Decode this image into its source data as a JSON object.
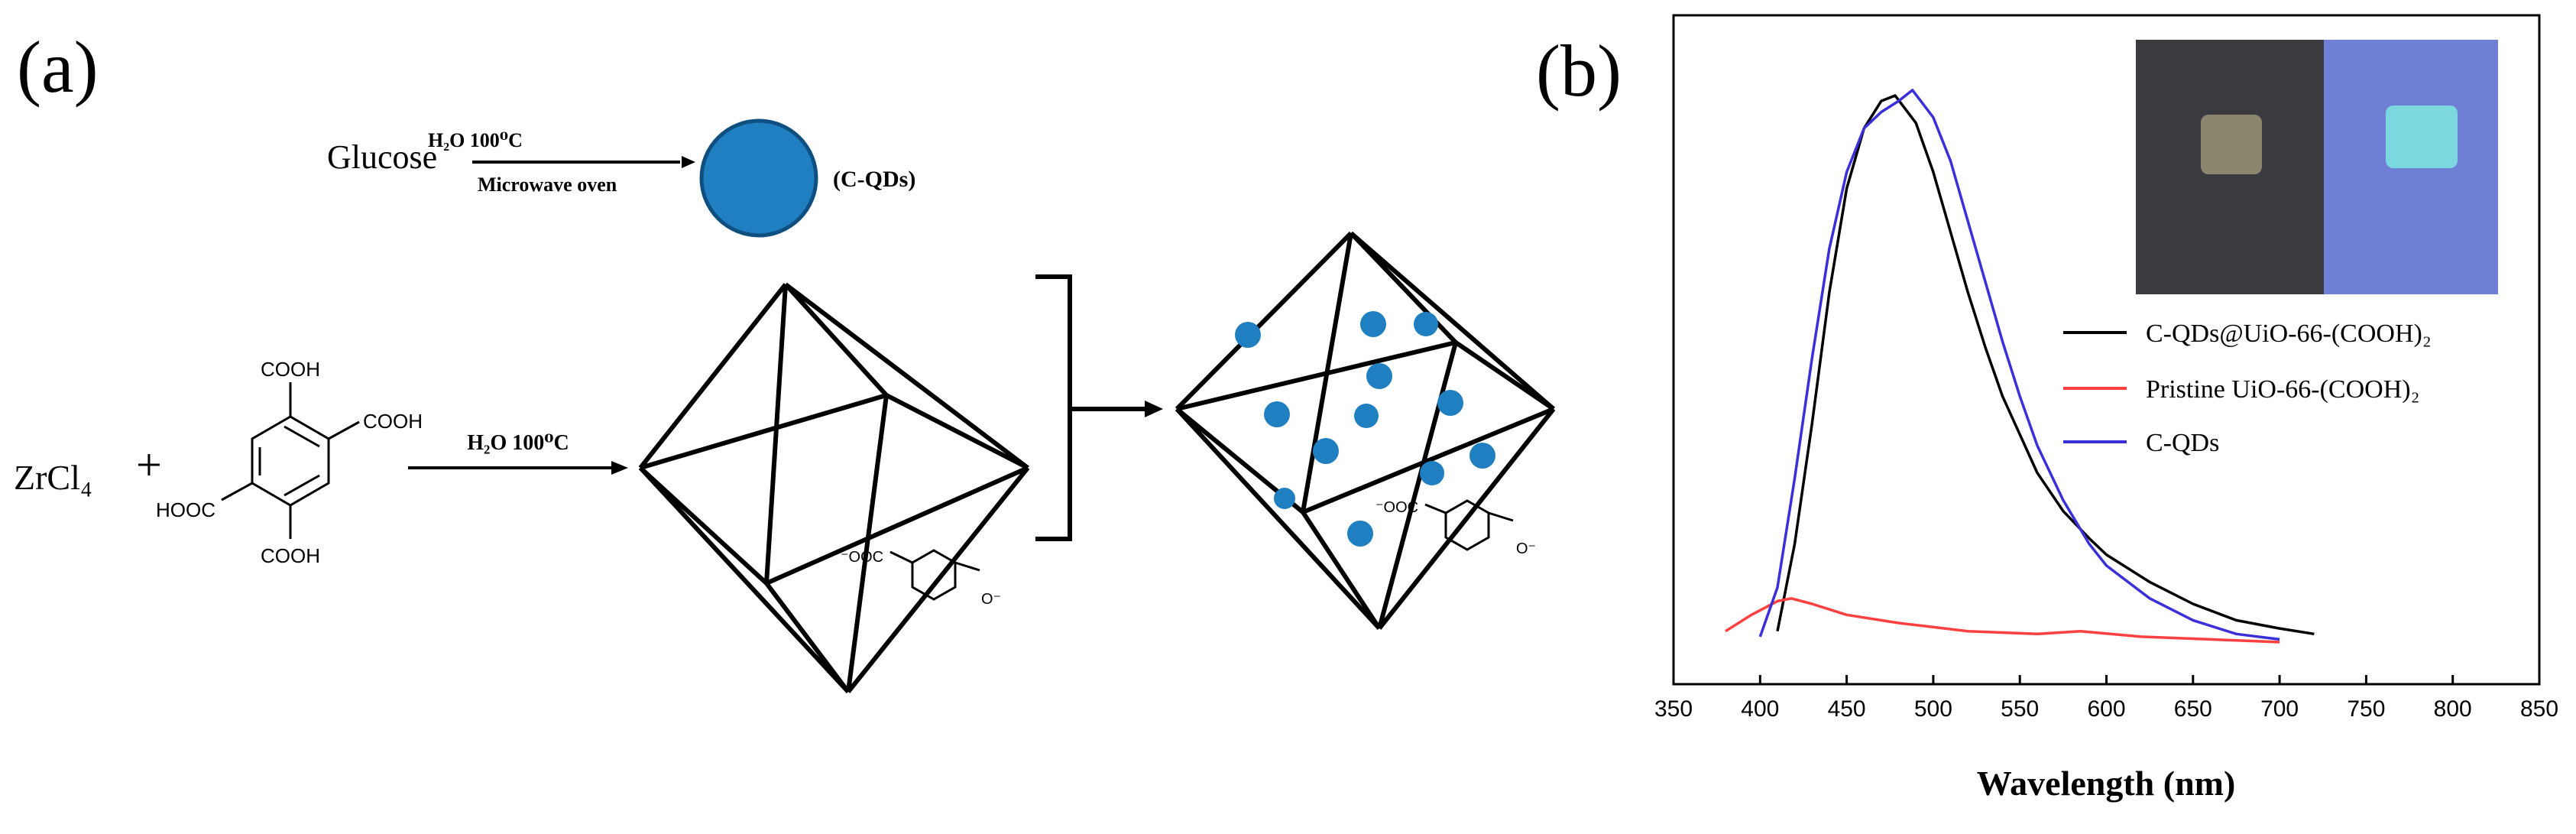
{
  "panel_a": {
    "label": "(a)",
    "step1": {
      "reactant": "Glucose",
      "condition_top": "H₂O 100⁰C",
      "condition_bottom": "Microwave oven",
      "product": "(C-QDs)"
    },
    "step2": {
      "reactant": "ZrCl₄",
      "plus": "+",
      "linker_labels": [
        "COOH",
        "COOH",
        "HOOC",
        "COOH"
      ],
      "condition": "H₂O 100⁰C",
      "fragment_labels": [
        "⁻OOC",
        "O⁻"
      ]
    },
    "colors": {
      "quantum_dot": "#1f7fc0",
      "line": "#000000"
    }
  },
  "panel_b": {
    "label": "(b)",
    "inset": {
      "left_color": "#3b3b3f",
      "right_color": "#6f7fd6",
      "left_spot": "#a8a080",
      "right_spot": "#7fe8e0"
    }
  },
  "chart_data": {
    "type": "line",
    "xlabel": "Wavelength (nm)",
    "ylabel": "",
    "xlim": [
      350,
      850
    ],
    "xticks": [
      350,
      400,
      450,
      500,
      550,
      600,
      650,
      700,
      750,
      800,
      850
    ],
    "ylim": [
      0,
      1.1
    ],
    "legend_position": "right",
    "series": [
      {
        "name": "C-QDs@UiO-66-(COOH)₂",
        "color": "#000000",
        "points": [
          [
            410,
            0.02
          ],
          [
            420,
            0.18
          ],
          [
            430,
            0.4
          ],
          [
            440,
            0.64
          ],
          [
            450,
            0.83
          ],
          [
            460,
            0.94
          ],
          [
            470,
            0.99
          ],
          [
            478,
            1.0
          ],
          [
            490,
            0.95
          ],
          [
            500,
            0.86
          ],
          [
            510,
            0.75
          ],
          [
            520,
            0.64
          ],
          [
            530,
            0.54
          ],
          [
            540,
            0.45
          ],
          [
            550,
            0.38
          ],
          [
            560,
            0.31
          ],
          [
            575,
            0.24
          ],
          [
            590,
            0.19
          ],
          [
            600,
            0.16
          ],
          [
            625,
            0.11
          ],
          [
            650,
            0.07
          ],
          [
            675,
            0.04
          ],
          [
            700,
            0.025
          ],
          [
            720,
            0.015
          ]
        ]
      },
      {
        "name": "Pristine UiO-66-(COOH)₂",
        "color": "#ff4040",
        "points": [
          [
            380,
            0.02
          ],
          [
            395,
            0.05
          ],
          [
            410,
            0.075
          ],
          [
            418,
            0.08
          ],
          [
            430,
            0.07
          ],
          [
            450,
            0.05
          ],
          [
            480,
            0.035
          ],
          [
            520,
            0.02
          ],
          [
            560,
            0.015
          ],
          [
            585,
            0.02
          ],
          [
            620,
            0.01
          ],
          [
            660,
            0.005
          ],
          [
            700,
            0.0
          ]
        ]
      },
      {
        "name": "C-QDs",
        "color": "#3a2fd8",
        "points": [
          [
            400,
            0.01
          ],
          [
            410,
            0.1
          ],
          [
            420,
            0.3
          ],
          [
            430,
            0.52
          ],
          [
            440,
            0.72
          ],
          [
            450,
            0.86
          ],
          [
            460,
            0.94
          ],
          [
            470,
            0.97
          ],
          [
            480,
            0.99
          ],
          [
            488,
            1.01
          ],
          [
            500,
            0.96
          ],
          [
            510,
            0.88
          ],
          [
            520,
            0.77
          ],
          [
            530,
            0.66
          ],
          [
            540,
            0.55
          ],
          [
            550,
            0.45
          ],
          [
            560,
            0.36
          ],
          [
            575,
            0.26
          ],
          [
            590,
            0.18
          ],
          [
            600,
            0.14
          ],
          [
            625,
            0.08
          ],
          [
            650,
            0.04
          ],
          [
            675,
            0.015
          ],
          [
            700,
            0.005
          ]
        ]
      }
    ]
  }
}
